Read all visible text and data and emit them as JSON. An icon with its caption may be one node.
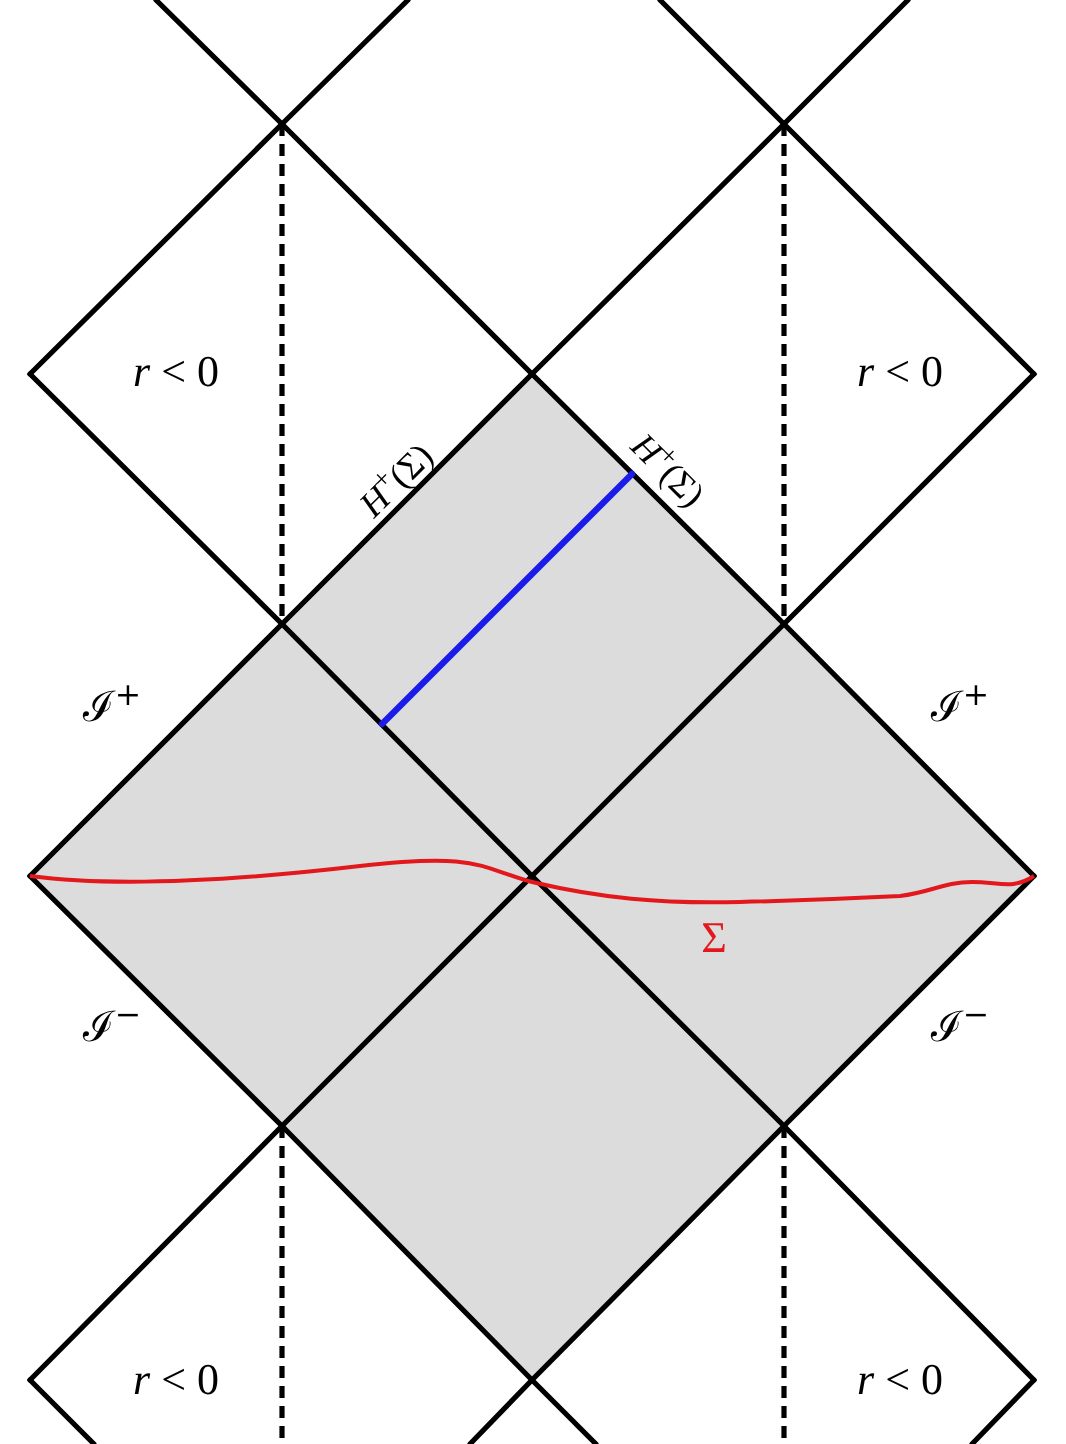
{
  "diagram": {
    "labels": [
      "*r* < 0",
      "*r* < 0",
      "*H*$^{+}$(Σ)",
      "*H*$^{+}$(Σ)",
      "ℐ$^{+}$",
      "ℐ$^{+}$",
      "Σ",
      "ℐ$^{−}$",
      "ℐ$^{−}$",
      "*r* < 0",
      "*r* < 0"
    ]
  }
}
